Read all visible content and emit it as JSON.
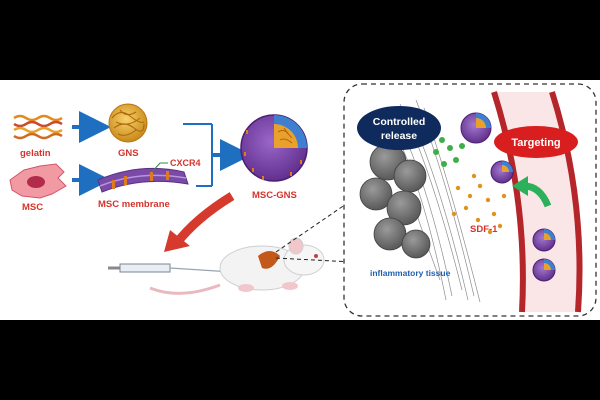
{
  "labels": {
    "gelatin": "gelatin",
    "msc": "MSC",
    "gns": "GNS",
    "cxcr4": "CXCR4",
    "msc_membrane": "MSC membrane",
    "msc_gns": "MSC-GNS",
    "controlled_release_1": "Controlled",
    "controlled_release_2": "release",
    "targeting": "Targeting",
    "sdf1": "SDF-1",
    "inflammatory_tissue": "inflammatory tissue"
  },
  "colors": {
    "arrow_blue": "#1f6fc1",
    "red_arrow": "#d63a2c",
    "navy_badge": "#0f2a5c",
    "red_badge": "#d81e1e",
    "green_arrow": "#2cb15a",
    "vessel": "#b4262a",
    "purple": "#7a3fa6",
    "orange": "#e07a1e"
  },
  "icons": [
    "gelatin-fiber-icon",
    "msc-cell-icon",
    "gns-sphere-icon",
    "membrane-patch-icon",
    "msc-gns-sphere-icon",
    "mouse-icon",
    "syringe-icon",
    "blood-vessel-icon",
    "tumor-cluster-icon"
  ]
}
